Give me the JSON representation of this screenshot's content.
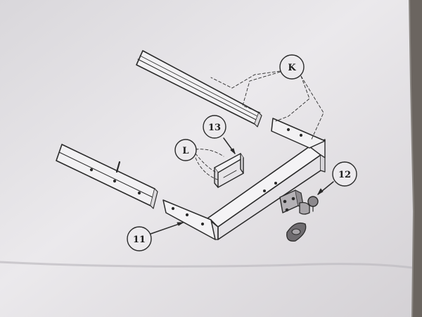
{
  "callouts": {
    "k": "K",
    "l": "L",
    "part_11": "11",
    "part_12": "12",
    "part_13": "13"
  },
  "colors": {
    "paper": "#e6e4e6",
    "paper_shadow": "#cfccd0",
    "ink": "#2a2a2a",
    "background": "#6b6560"
  }
}
